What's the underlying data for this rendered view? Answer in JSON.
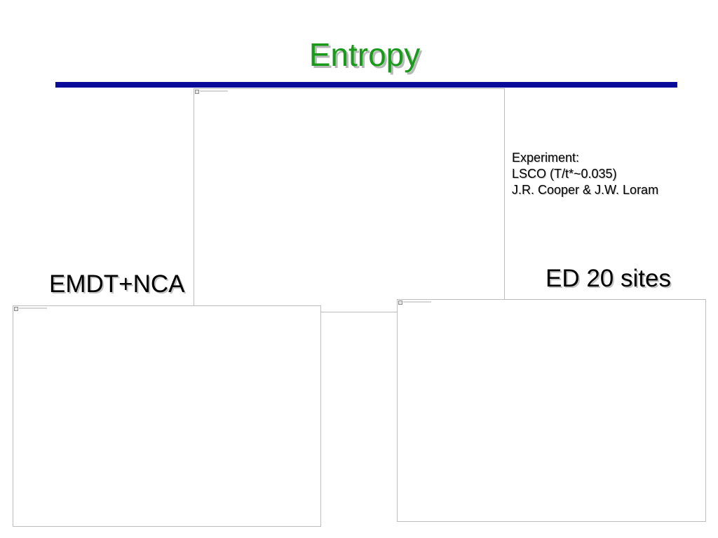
{
  "title": "Entropy",
  "notes": {
    "line1": "Experiment:",
    "line2": "LSCO (T/t*~0.035)",
    "line3": "J.R. Cooper & J.W. Loram"
  },
  "labels": {
    "left": "EMDT+NCA",
    "right": "ED 20 sites"
  },
  "colors": {
    "title": "#1a9a1a",
    "rule": "#0a0a9a"
  },
  "icons": {
    "broken_image": "broken-image-icon"
  }
}
